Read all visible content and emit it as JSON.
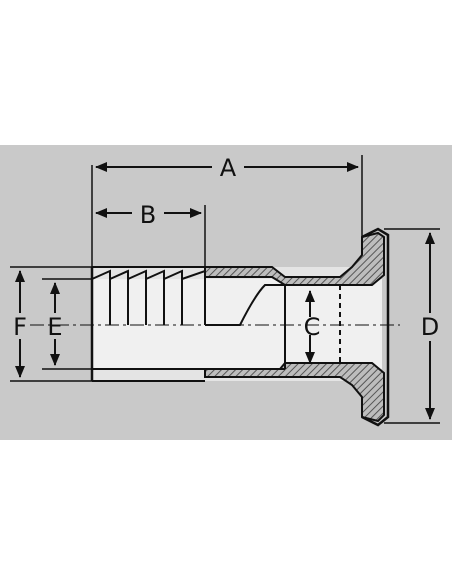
{
  "diagram": {
    "colors": {
      "background": "#c9c9c9",
      "line": "#111111",
      "body": "#e2e2e2",
      "bore": "#f2f2f2",
      "hatch": "#555555"
    },
    "dimensions": {
      "a": "A",
      "b": "B",
      "c": "C",
      "d": "D",
      "e": "E",
      "f": "F"
    }
  }
}
